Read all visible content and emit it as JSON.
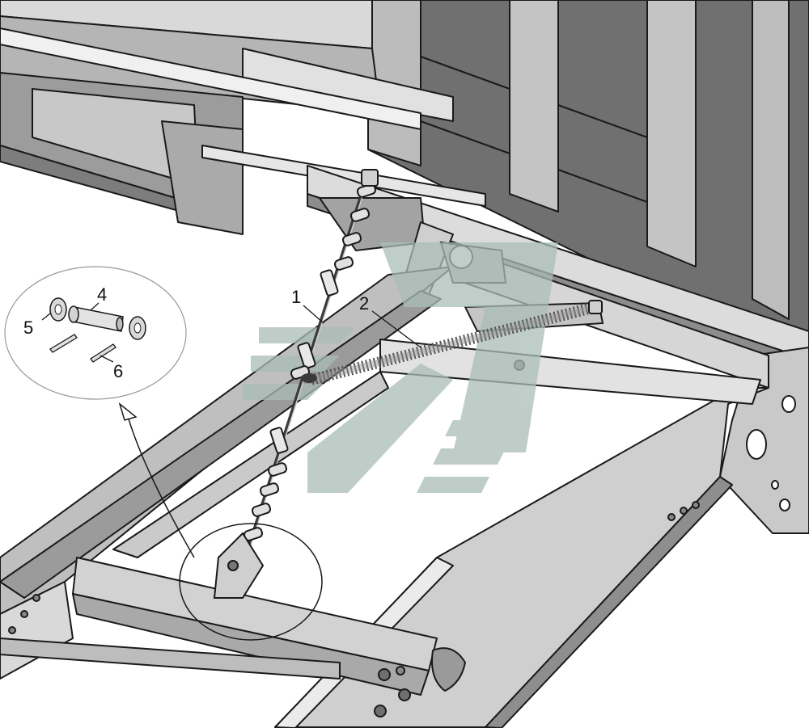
{
  "callouts": {
    "c1": "1",
    "c2": "2",
    "c4": "4",
    "c5": "5",
    "c6": "6"
  },
  "colors": {
    "background": "#ffffff",
    "frame_light": "#d9d9d9",
    "frame_mid": "#bdbdbd",
    "frame_dark": "#8f8f8f",
    "body_dark": "#6f6f6f",
    "outline": "#1a1a1a",
    "watermark": "#a9bdb6"
  }
}
